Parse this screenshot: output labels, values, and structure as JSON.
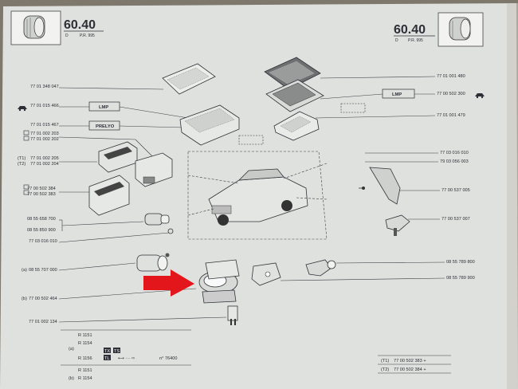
{
  "header": {
    "section_left": "60.40",
    "sub_left_d": "D",
    "sub_left_pr": "P.R. 995",
    "section_right": "60.40",
    "sub_right_d": "D",
    "sub_right_pr": "P.R. 995"
  },
  "left_refs": [
    {
      "text": "77 01 348 047"
    },
    {
      "text": "77 01 015 466"
    },
    {
      "text": "77 01 015 467"
    },
    {
      "text": "77 01 002 203"
    },
    {
      "text": "77 01 002 202"
    },
    {
      "text": "77 01 002 205"
    },
    {
      "text": "77 01 002 204"
    },
    {
      "text": "77 00 502 384"
    },
    {
      "text": "77 00 502 383"
    },
    {
      "text": "08 55 658 700"
    },
    {
      "text": "08 55 850 900"
    },
    {
      "text": "77 03 016 010"
    },
    {
      "text": "08 55 707 000"
    },
    {
      "text": "77 00 502 464"
    },
    {
      "text": "77 01 002 134"
    }
  ],
  "left_tags": {
    "a": "(a)",
    "b": "(b)",
    "t1": "(T1)",
    "t2": "(T2)"
  },
  "right_refs": [
    {
      "text": "77 01 001 480"
    },
    {
      "text": "77 00 502 300"
    },
    {
      "text": "77 01 001 479"
    },
    {
      "text": "77 03 016 010"
    },
    {
      "text": "79 03 056 003"
    },
    {
      "text": "77 00 537 005"
    },
    {
      "text": "77 00 537 007"
    },
    {
      "text": "08 55 789 800"
    },
    {
      "text": "08 55 789 900"
    }
  ],
  "boxes": {
    "lmp_left": "LMP",
    "prelyo": "PRELYO",
    "lmp_right": "LMP"
  },
  "notes": {
    "r1151_a": "R 1151",
    "r1154_a": "R 1154",
    "r1156": "R 1156",
    "tx": "TX",
    "ts": "TS",
    "tl": "TL",
    "n_76400": "n° 76400",
    "r1151_b": "R 1151",
    "r1154_b": "R 1154",
    "label_a": "(a)",
    "label_b": "(b)",
    "t1_tag": "(T1)",
    "t1_ref": "77 00 502 383 +",
    "t2_tag": "(T2)",
    "t2_ref": "77 00 502 384 +"
  },
  "colors": {
    "paper": "#dfe1de",
    "ink": "#2c2f36",
    "arrow": "#e3161c",
    "background": "#7d776c"
  }
}
